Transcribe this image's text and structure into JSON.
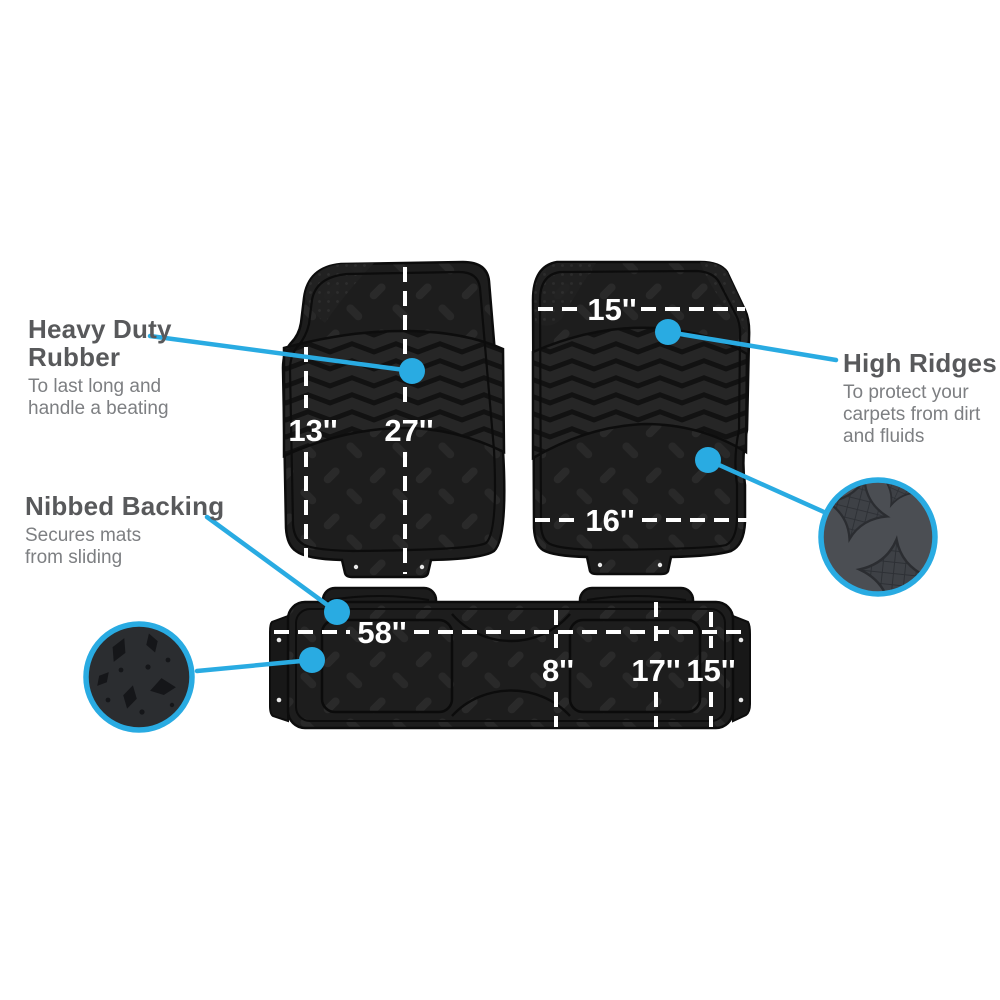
{
  "colors": {
    "accent": "#29abe2",
    "mat": "#1e1e1e",
    "heading": "#58595b",
    "body_text": "#7d7f82",
    "measure_text": "#ffffff"
  },
  "callouts": {
    "heavy_duty_rubber": {
      "title": "Heavy Duty Rubber",
      "description": "To last long and handle a beating"
    },
    "high_ridges": {
      "title": "High Ridges",
      "description": "To protect your carpets from dirt and fluids"
    },
    "nibbed_backing": {
      "title": "Nibbed Backing",
      "description": "Secures mats from sliding"
    }
  },
  "measurements": {
    "front_left": {
      "height_side": "13''",
      "height_center": "27''"
    },
    "front_right": {
      "width_top": "15''",
      "width_bottom": "16''"
    },
    "rear": {
      "width_total": "58''",
      "width_center": "8''",
      "width_seat": "17''",
      "width_flap": "15''"
    }
  },
  "details": {
    "ridge_closeup": "tread-texture-closeup",
    "nib_closeup": "nibbed-backing-closeup"
  }
}
